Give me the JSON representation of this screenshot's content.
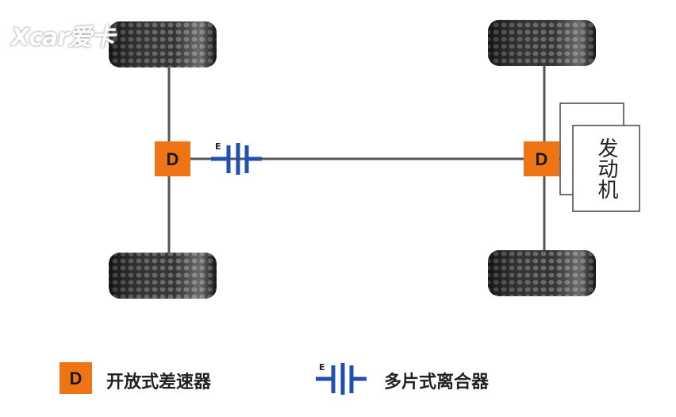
{
  "watermark": "Xcar爱卡",
  "diagram": {
    "differential_label": "D",
    "clutch_label": "E",
    "engine_label": "发动机"
  },
  "legend": {
    "items": [
      {
        "symbol": "D",
        "label": "开放式差速器"
      },
      {
        "symbol": "E",
        "label": "多片式离合器"
      }
    ]
  },
  "colors": {
    "differential": "#ee7416",
    "clutch": "#1f4fb0",
    "shaft": "#555555"
  }
}
